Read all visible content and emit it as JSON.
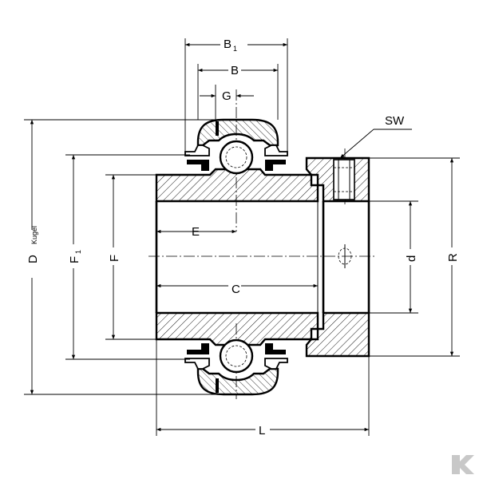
{
  "labels": {
    "b1_main": "B",
    "b1_sub": "1",
    "b": "B",
    "g": "G",
    "sw": "SW",
    "d_main": "D",
    "d_sub": "Kugel",
    "f1_main": "F",
    "f1_sub": "1",
    "f": "F",
    "e": "E",
    "c": "C",
    "d_small": "d",
    "r": "R",
    "l": "L"
  },
  "logo": {
    "name": "kramp-k-logo",
    "color": "#c8c8c8"
  }
}
